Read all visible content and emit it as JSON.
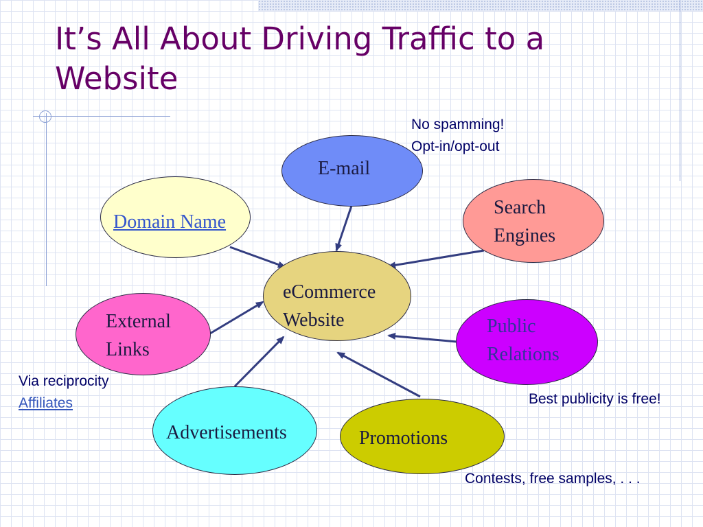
{
  "slide": {
    "title_lines": [
      "It’s All About Driving Traffic to a",
      "Website"
    ]
  },
  "center": {
    "label_lines": [
      "eCommerce",
      "Website"
    ]
  },
  "nodes": {
    "email": {
      "label": "E-mail",
      "color": "#6f8cf8"
    },
    "domain": {
      "label": "Domain Name",
      "color": "#ffffcc",
      "link_color": "#3355cc"
    },
    "search": {
      "label_lines": [
        "Search",
        "Engines"
      ],
      "color": "#ff9a96"
    },
    "external": {
      "label_lines": [
        "External",
        "Links"
      ],
      "color": "#ff66cc"
    },
    "pr": {
      "label_lines": [
        "Public",
        "Relations"
      ],
      "color": "#cc00ff"
    },
    "ads": {
      "label": "Advertisements",
      "color": "#66ffff"
    },
    "promo": {
      "label": "Promotions",
      "color": "#cccc00"
    },
    "center_color": "#e6d47f"
  },
  "notes": {
    "email_lines": [
      "No spamming!",
      "Opt-in/opt-out"
    ],
    "external_line1": "Via reciprocity",
    "external_link": "Affiliates",
    "pr": "Best publicity is free!",
    "promo": "Contests, free samples, . . ."
  },
  "colors": {
    "title": "#660066",
    "arrow": "#333d80",
    "note_text": "#000066",
    "link": "#3355bb"
  }
}
